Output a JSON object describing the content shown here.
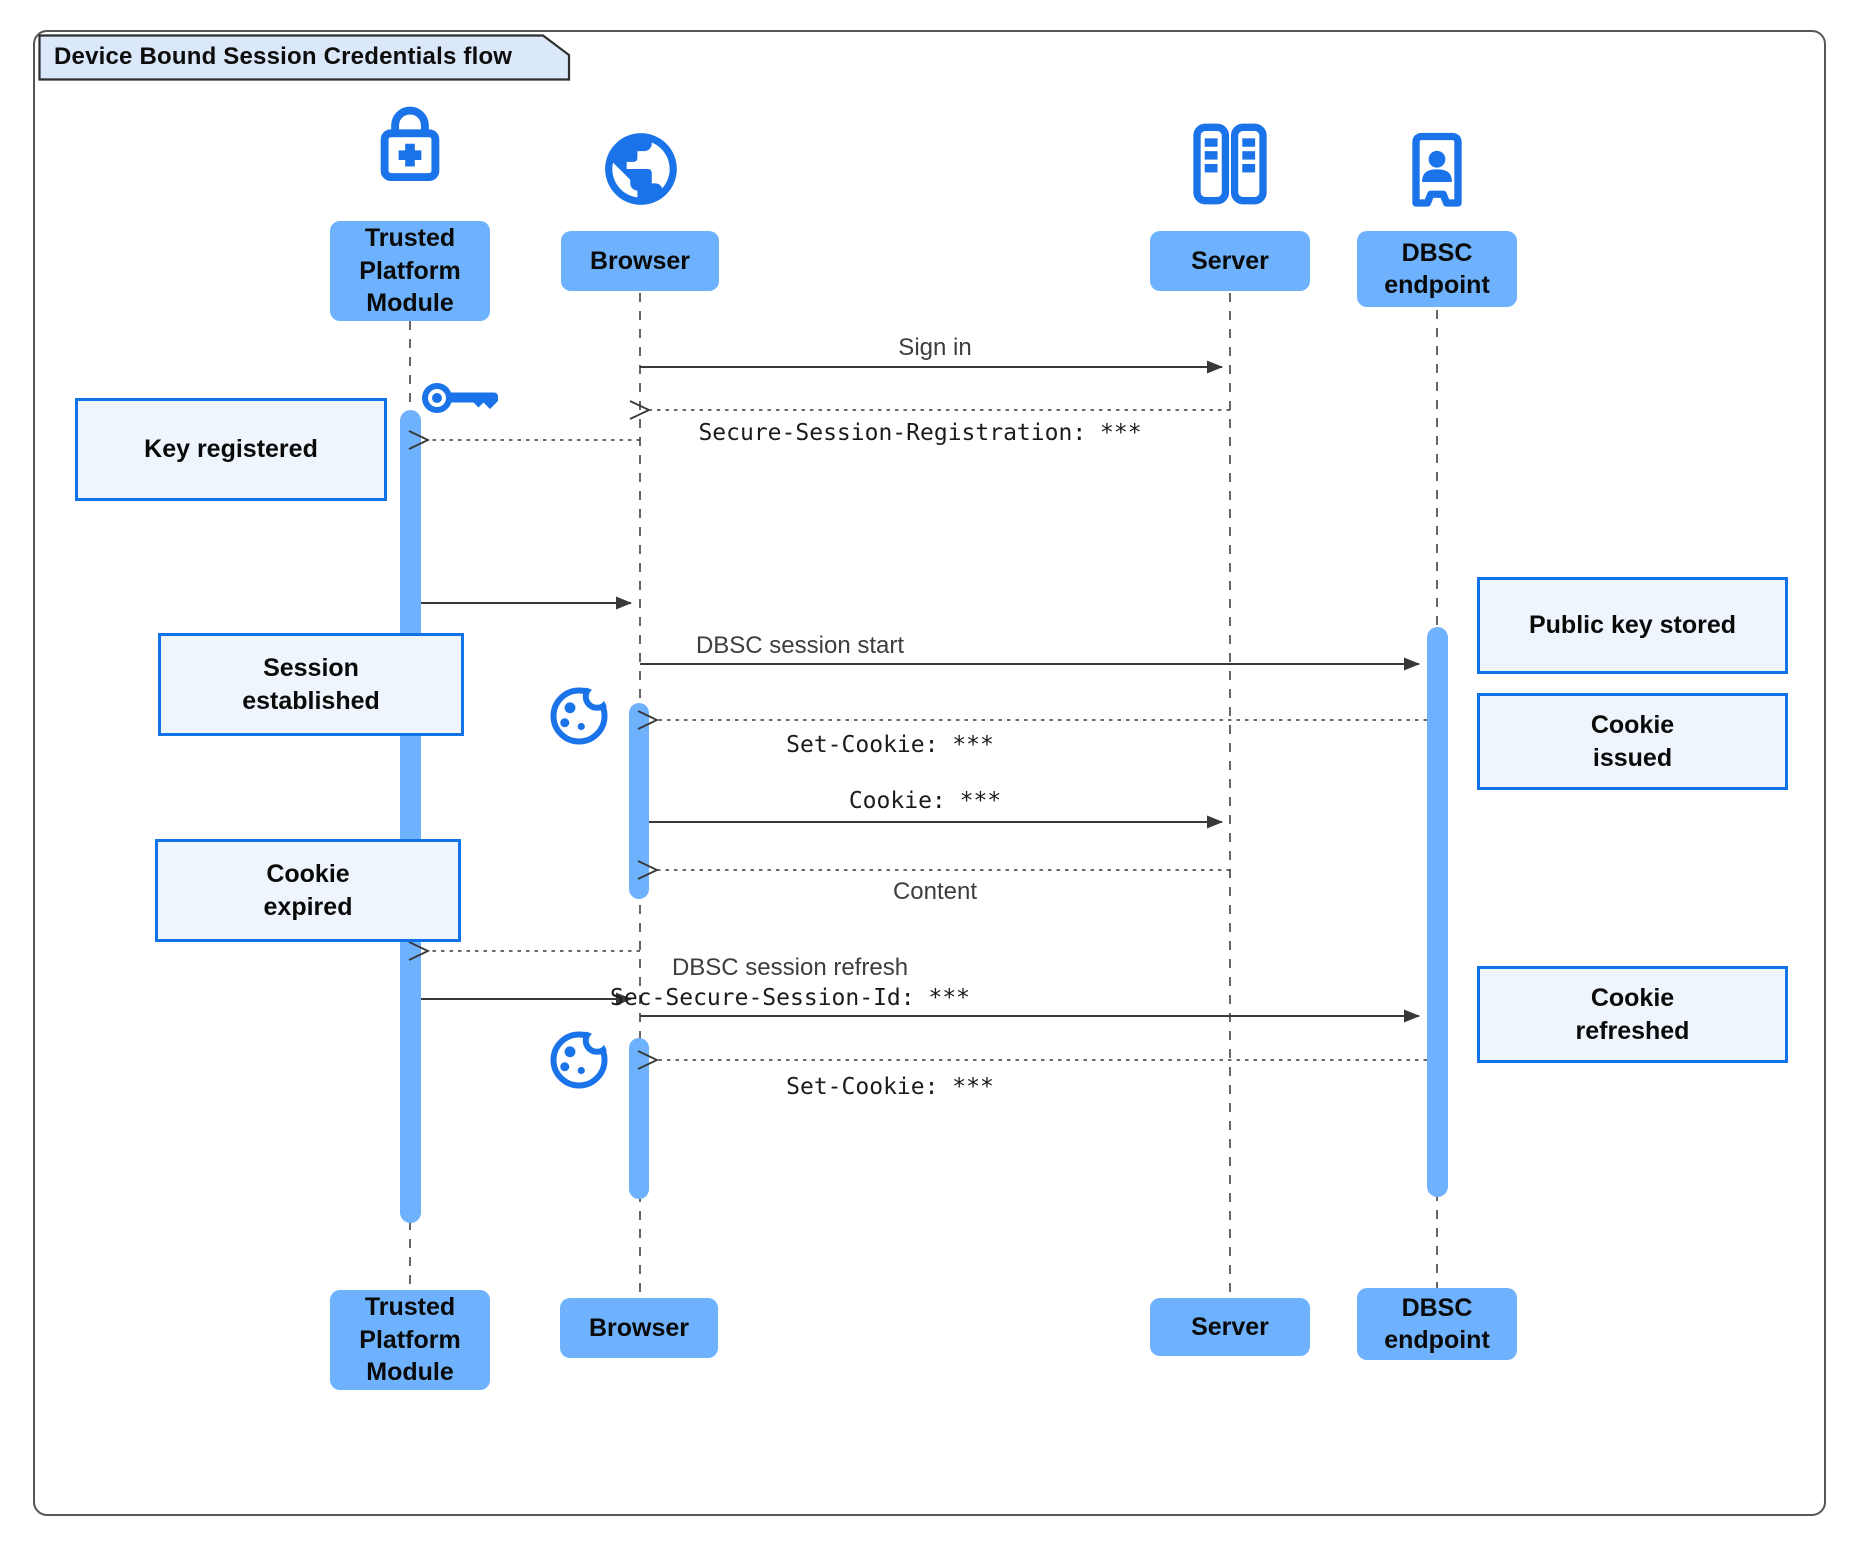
{
  "title": "Device Bound Session Credentials flow",
  "colors": {
    "accent_blue": "#1a73e8",
    "actor_fill": "#6eb1fc",
    "note_fill": "#eff5fd",
    "note_border": "#1272e8",
    "title_fill": "#dbe8fa",
    "line": "#383838"
  },
  "icons": {
    "tpm": "lock-plus-icon",
    "browser": "globe-icon",
    "server": "server-racks-icon",
    "dbsc": "door-person-icon",
    "key": "key-icon",
    "cookie": "cookie-icon"
  },
  "actors": {
    "tpm": {
      "label": "Trusted\nPlatform\nModule"
    },
    "browser": {
      "label": "Browser"
    },
    "server": {
      "label": "Server"
    },
    "dbsc": {
      "label": "DBSC\nendpoint"
    }
  },
  "messages": {
    "sign_in": {
      "label": "Sign in"
    },
    "session_registration": {
      "label": "Secure-Session-Registration: ***"
    },
    "dbsc_session_start": {
      "label": "DBSC session start"
    },
    "set_cookie_1": {
      "label": "Set-Cookie: ***"
    },
    "cookie": {
      "label": "Cookie: ***"
    },
    "content": {
      "label": "Content"
    },
    "dbsc_session_refresh": {
      "label": "DBSC session refresh"
    },
    "sec_secure_session_id": {
      "label": "Sec-Secure-Session-Id: ***"
    },
    "set_cookie_2": {
      "label": "Set-Cookie: ***"
    }
  },
  "notes": {
    "key_registered": {
      "label": "Key registered"
    },
    "session_established": {
      "label": "Session\nestablished"
    },
    "cookie_expired": {
      "label": "Cookie\nexpired"
    },
    "public_key_stored": {
      "label": "Public key stored"
    },
    "cookie_issued": {
      "label": "Cookie\nissued"
    },
    "cookie_refreshed": {
      "label": "Cookie\nrefreshed"
    }
  }
}
